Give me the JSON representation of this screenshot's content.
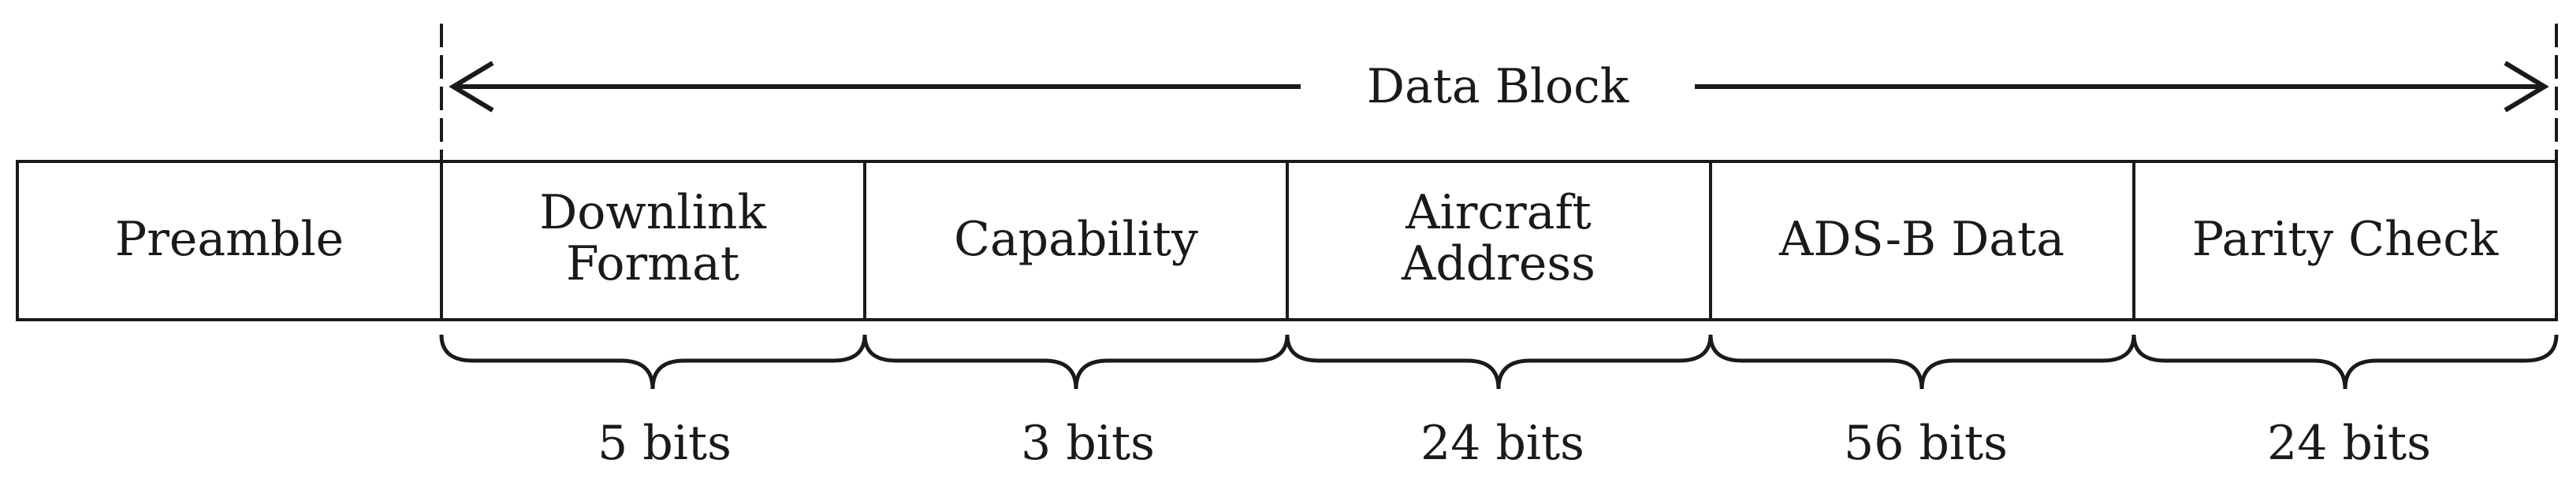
{
  "data_block": {
    "label": "Data Block"
  },
  "frame": {
    "fields": [
      {
        "id": "preamble",
        "lines": [
          "Preamble"
        ],
        "bits": ""
      },
      {
        "id": "downlink-format",
        "lines": [
          "Downlink",
          "Format"
        ],
        "bits": "5 bits"
      },
      {
        "id": "capability",
        "lines": [
          "Capability"
        ],
        "bits": "3 bits"
      },
      {
        "id": "aircraft-address",
        "lines": [
          "Aircraft",
          "Address"
        ],
        "bits": "24 bits"
      },
      {
        "id": "ads-b-data",
        "lines": [
          "ADS-B Data"
        ],
        "bits": "56 bits"
      },
      {
        "id": "parity-check",
        "lines": [
          "Parity Check"
        ],
        "bits": "24 bits"
      }
    ]
  }
}
